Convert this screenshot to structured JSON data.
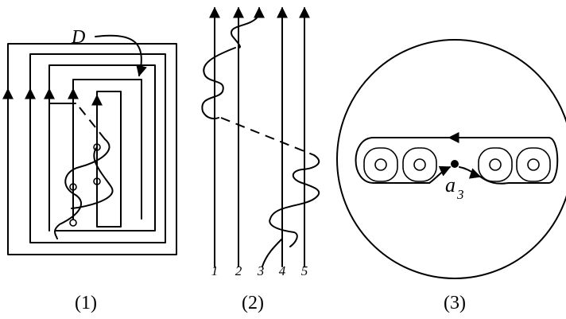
{
  "labels": {
    "panel1": "(1)",
    "panel2": "(2)",
    "panel3": "(3)",
    "d_label": "D",
    "strand_numbers": [
      "1",
      "2",
      "3",
      "4",
      "5"
    ],
    "a_label": "a",
    "a_subscript": "3"
  },
  "colors": {
    "ink": "#000000",
    "background": "#ffffff"
  }
}
